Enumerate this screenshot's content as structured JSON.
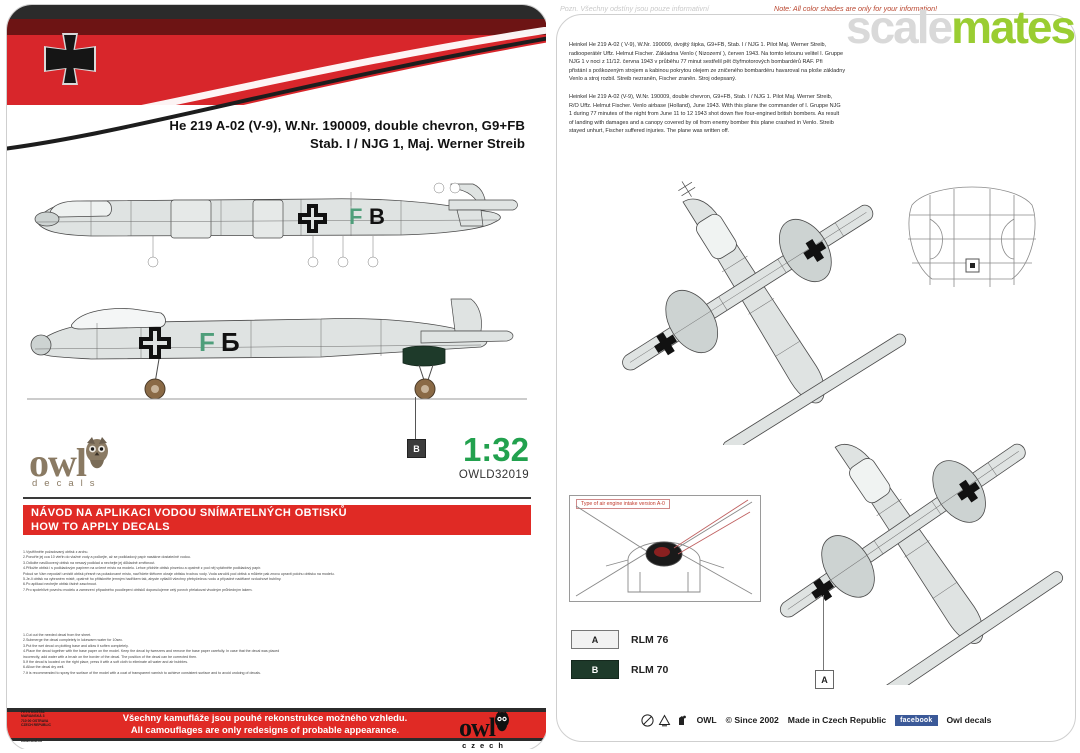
{
  "sheet": {
    "header": {
      "title_line1": "He 219 A-02 (V-9), W.Nr. 190009, double chevron, G9+FB",
      "title_line2": "Stab. I / NJG 1, Maj. Werner Streib",
      "iron_cross_icon": "iron-cross-icon"
    },
    "brand": {
      "logo_word": "owl",
      "logo_sub": "decals",
      "owl_icon": "owl-bird-icon",
      "scale": "1:32",
      "product_code": "OWLD32019"
    },
    "markers": {
      "side_view_b": "B",
      "plan_view_a": "A"
    },
    "howto": {
      "title_cz": "NÁVOD NA APLIKACI VODOU SNÍMATELNÝCH OBTISKŮ",
      "title_en": "HOW TO APPLY DECALS",
      "steps_cz": [
        "1.Vystřihněte požadovaný obtisk z archu.",
        "2.Ponořte jej cca 10 vteřin do vlažné vody a počkejte, až se podkladový papír nasákne dostatečně vodou.",
        "3.Odložte navůkovený obtisk na nesavý podklad a nechejte jej důkladně změknout.",
        "4.Přiložte obtisk i s podkladovým papírem na určené místo na modelu. Lehce přidržte obtisk pinzetou a opatrně z pod něj vytáhněte podkladový papír.",
        "   Pokud se Vám nepodaří umístit obtisk přesně na požadované místo, navľhčete štětcem okraje obtisku trochou vody. Voda zaručíš pod obtisk a můžete pak znovu upravit polohu obtisku na modelu.",
        "5.Je-li obtisk na vybraném místě, opatrně ho přitiskněte jemným hadříkem tak, abyste vytlačili všechny přebyčečnou vodu a případné nadělané vzduchové bubliny.",
        "6.Po aplikaci nechejte obtisk řádně zaschnout.",
        "7.Pro spolehlivé povrchu modelu a zamezení případného poodlepení obtisků doporučujeme celý povrch přelakovat vhodným průhledným lakem."
      ],
      "steps_en": [
        "1.Cut out the needed decal from the sheet.",
        "2.Submerge the decal completely in lukewarm water for 10sec.",
        "3.Put the wet decal on plotting base and allow it soften completely.",
        "4.Place the decal together with the base paper on the model. Keep the decal by tweezers and remove the base paper carefully. In case that the decal was placed",
        "   incorrectly, add water with a brush on the border of the decal. The position of the decal can be corrected then.",
        "5.If the decal is located on the right place, press it with a soft cloth to eliminate all water and air bubbles.",
        "6.Allow the decal dry well.",
        "7.It is recommended to spray the surface of the model with a coat of transparent varnish to achieve consistent surface and to avoid undoing of decals."
      ]
    },
    "footer_left": {
      "address": [
        "PETR KOŠŤÁL",
        "MARIANSKÁ 3",
        "710 00 OSTRAVA",
        "CZECH REPUBLIC"
      ],
      "website": "www.owl.cz",
      "disclaimer_cz": "Všechny kamufláže jsou pouhé rekonstrukce možného vzhledu.",
      "disclaimer_en": "All camouflages are only redesigns of probable appearance.",
      "owl_word": "owl",
      "owl_sub": "czech"
    }
  },
  "right_panel": {
    "notice_cz": "Pozn. Všechny odstíny jsou pouze informativní",
    "notice_en": "Note: All color shades are only for your information!",
    "watermark_part1": "scale",
    "watermark_part2": "mates",
    "paragraph_cz_lines": [
      "Heinkel He 219 A-02 ( V-9), W.Nr. 190009, dvojitý šipka, G9+FB, Stab. I / NJG 1. Pilot Maj. Werner Streib,",
      "radiooperátér Uffz. Helmut Fischer. Základna Venlo ( Nizozemí ), červen 1943. Na tomto letounu velitel I. Gruppe",
      "NJG 1 v noci z 11/12. června 1943 v průběhu 77 minut sestřelil pět čtyřmotorových bombardérů RAF.  Při",
      "přistání s poškozeným strojem a kabinou pokrytou olejem ze zničeného bombardéru havaroval na ploše základny",
      "Venlo a stroj rozbil. Streib nezraněn, Fischer zraněn. Stroj odepsaný."
    ],
    "paragraph_en_lines": [
      "Heinkel He 219 A-02 (V-9), W.Nr. 190009, double chevron, G9+FB, Stab. I / NJG 1. Pilot Maj. Werner Streib,",
      "R/O Uffz. Helmut Fischer. Venlo airbase (Holland), June 1943. With this plane the commander of I. Gruppe NJG",
      "1 during 77 minutes of the night from June 11 to 12 1943 shot down five four-engined british bombers.  As result",
      "of landing with damages and a  canopy covered by oil from enemy bomber this plane crashed in Venlo. Streib",
      "stayed unhurt, Fischer suffered injuries. The plane was written off."
    ],
    "intake_label": "Type of air engine intake version A-0",
    "legend": [
      {
        "code": "A",
        "name": "RLM 76",
        "swatch": "#f2f2f2",
        "text_color": "#222222"
      },
      {
        "code": "B",
        "name": "RLM 70",
        "swatch": "#1e3a2a",
        "text_color": "#ffffff"
      }
    ],
    "footer": {
      "brand": "OWL",
      "copyright": "© Since  2002",
      "made_in": "Made in Czech Republic",
      "facebook_badge": "facebook",
      "social_label": "Owl decals",
      "icons": [
        "no-bleach-icon",
        "recycle-icon",
        "keep-dry-icon"
      ]
    }
  },
  "colors": {
    "red": "#d8262b",
    "dark_red": "#6d1414",
    "black": "#2b2b2b",
    "rlm76": "#dfe3e2",
    "rlm70": "#1e3a2a",
    "green_accent": "#22a14e",
    "watermark_green": "#9acd32"
  }
}
